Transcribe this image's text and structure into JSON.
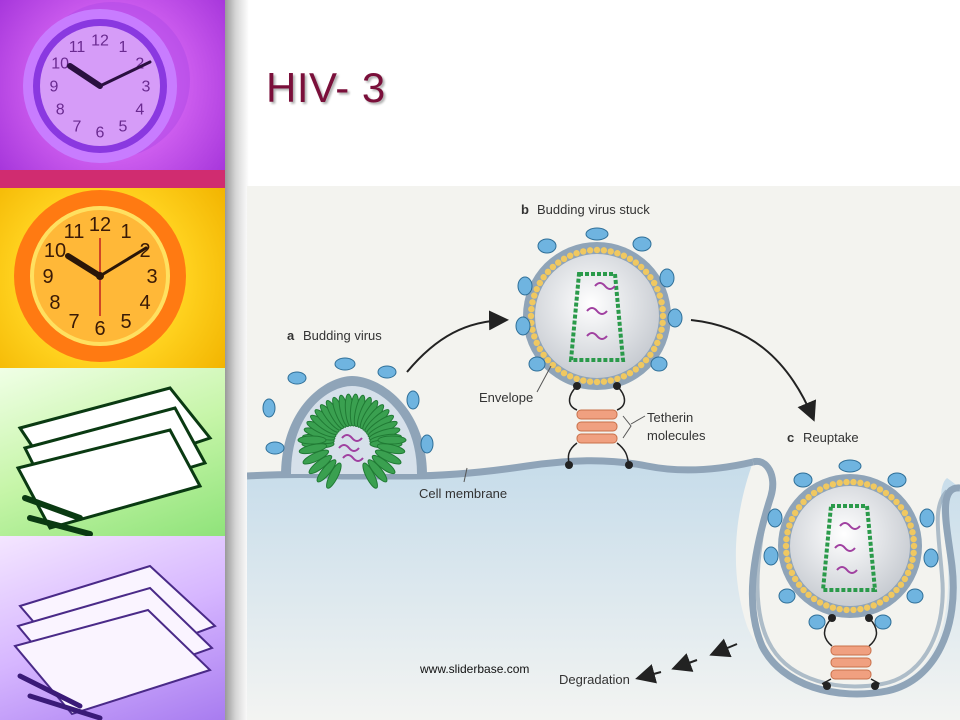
{
  "slide": {
    "title": "HIV- 3",
    "watermark": "www.sliderbase.com"
  },
  "figure": {
    "labels": {
      "a_letter": "a",
      "a_text": "Budding virus",
      "b_letter": "b",
      "b_text": "Budding virus stuck",
      "c_letter": "c",
      "c_text": "Reuptake",
      "envelope": "Envelope",
      "tetherin_line1": "Tetherin",
      "tetherin_line2": "molecules",
      "cell_membrane": "Cell membrane",
      "degradation": "Degradation"
    }
  },
  "clock_top": {
    "numerals": [
      "12",
      "1",
      "2",
      "3",
      "4",
      "5",
      "6",
      "7",
      "8",
      "9",
      "10",
      "11"
    ]
  },
  "clock_orange": {
    "numerals": [
      "12",
      "1",
      "2",
      "3",
      "4",
      "5",
      "6",
      "7",
      "8",
      "9",
      "10",
      "11"
    ]
  },
  "colors": {
    "title": "#7a0f3a",
    "membrane": "#8fa4b8",
    "spike": "#6fb4e0",
    "tetherin": "#f0a080",
    "capsid": "#2a9a4a",
    "rna": "#a040a0",
    "envelope_dots": "#f0c860"
  }
}
